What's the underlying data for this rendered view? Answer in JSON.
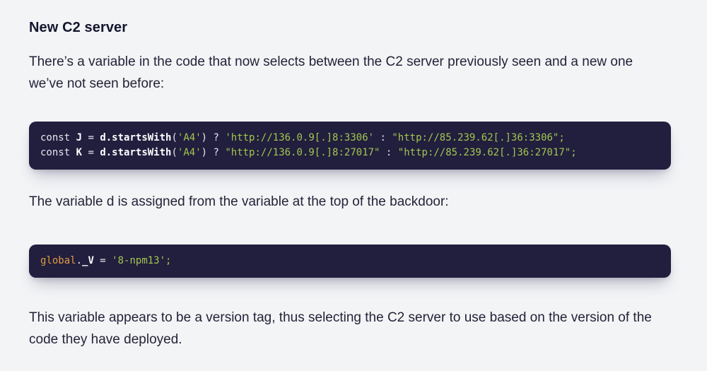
{
  "colors": {
    "page_background": "#f3f4f6",
    "code_background": "#221e3e",
    "heading_text": "#15152e",
    "body_text": "#232338",
    "code_plain": "#e8e7f0",
    "code_identifier_bold": "#ffffff",
    "code_string_green": "#a2c64f",
    "code_global_orange": "#e09a42"
  },
  "heading": {
    "text": "New C2 server"
  },
  "paragraphs": [
    {
      "text": "There’s a variable in the code that now selects between the C2 server previously seen and a new one we’ve not seen before:"
    },
    {
      "text": "The variable d is assigned from the variable at the top of the backdoor:"
    },
    {
      "text": "This variable appears to be a version tag, thus selecting the C2 server to use based on the version of the code they have deployed."
    }
  ],
  "code_blocks": [
    {
      "language": "javascript",
      "lines": [
        [
          {
            "t": "const ",
            "c": "plain"
          },
          {
            "t": "J",
            "c": "ident"
          },
          {
            "t": " = ",
            "c": "plain"
          },
          {
            "t": "d.startsWith",
            "c": "ident"
          },
          {
            "t": "(",
            "c": "plain"
          },
          {
            "t": "'A4'",
            "c": "string"
          },
          {
            "t": ") ? ",
            "c": "plain"
          },
          {
            "t": "'http://136.0.9[.]8:3306'",
            "c": "string"
          },
          {
            "t": " : ",
            "c": "plain"
          },
          {
            "t": "\"http://85.239.62[.]36:3306\"",
            "c": "string"
          },
          {
            "t": ";",
            "c": "string"
          }
        ],
        [
          {
            "t": "const ",
            "c": "plain"
          },
          {
            "t": "K",
            "c": "ident"
          },
          {
            "t": " = ",
            "c": "plain"
          },
          {
            "t": "d.startsWith",
            "c": "ident"
          },
          {
            "t": "(",
            "c": "plain"
          },
          {
            "t": "'A4'",
            "c": "string"
          },
          {
            "t": ") ? ",
            "c": "plain"
          },
          {
            "t": "\"http://136.0.9[.]8:27017\"",
            "c": "string"
          },
          {
            "t": " : ",
            "c": "plain"
          },
          {
            "t": "\"http://85.239.62[.]36:27017\"",
            "c": "string"
          },
          {
            "t": ";",
            "c": "string"
          }
        ]
      ]
    },
    {
      "language": "javascript",
      "lines": [
        [
          {
            "t": "global",
            "c": "orange"
          },
          {
            "t": ".",
            "c": "plain"
          },
          {
            "t": "_V",
            "c": "ident"
          },
          {
            "t": " = ",
            "c": "plain"
          },
          {
            "t": "'8-npm13'",
            "c": "string"
          },
          {
            "t": ";",
            "c": "string"
          }
        ]
      ]
    }
  ]
}
